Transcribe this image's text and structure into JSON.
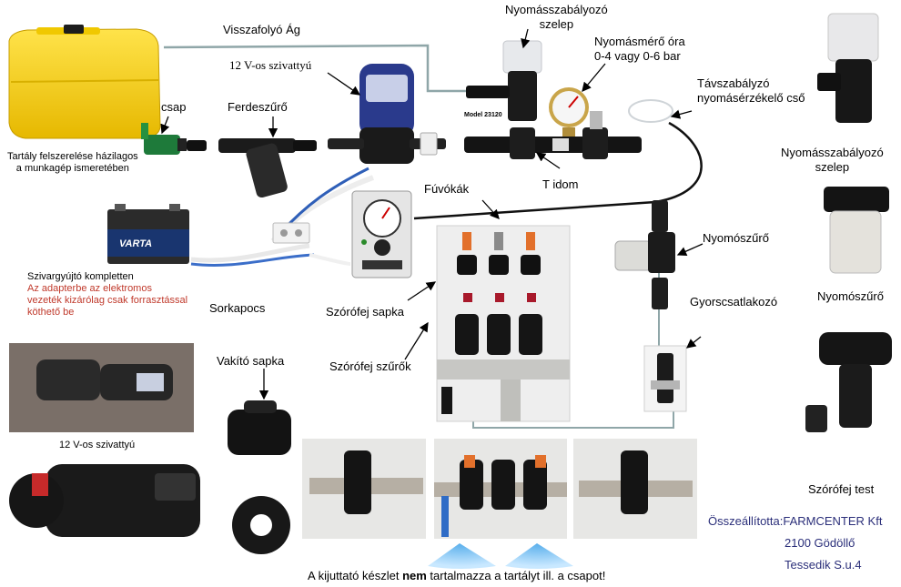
{
  "labels": {
    "return_branch": "Visszafolyó Ág",
    "pump_12v_top": "12  V-os szivattyú",
    "pressure_regulator_valve_top": "Nyomásszabályozó\nszelep",
    "pressure_gauge": "Nyomásmérő  óra\n0-4  vagy  0-6  bar",
    "remote_sensor_tube": "Távszabályzó\nnyomásérzékelő cső",
    "faucet": "csap",
    "inline_filter": "Ferdeszűrő",
    "tank_note": "Tartály felszerelése házilagos\na munkagép ismeretében",
    "t_fitting": "T idom",
    "model_tag": "Model 23120",
    "nozzles": "Fúvókák",
    "pressure_filter_mid": "Nyomószűrő",
    "quick_coupler": "Gyorscsatlakozó",
    "battery_set": "Szivargyújtó kompletten",
    "adapter_note": "Az adapterbe az elektromos\nvezeték kizárólag csak forrasztással\nköthető be",
    "terminal_block": "Sorkapocs",
    "nozzle_cap": "Szórófej sapka",
    "nozzle_filters": "Szórófej szűrők",
    "blind_cap": "Vakító sapka",
    "pump_12v_bottom": "12 V-os szivattyú",
    "pressure_regulator_valve_right": "Nyomásszabályozó\nszelep",
    "pressure_filter_right": "Nyomószűrő",
    "nozzle_body": "Szórófej test",
    "battery_brand": "VARTA",
    "footer_prefix": "A kijuttató készlet ",
    "footer_bold": "nem",
    "footer_suffix": " tartalmazza a tartályt ill. a csapot!"
  },
  "credits": {
    "line1": "Összeállította:FARMCENTER  Kft",
    "line2": "2100  Gödöllő",
    "line3": "Tessedik  S.u.4"
  },
  "colors": {
    "credit_text": "#2b2f7a",
    "warning_text": "#c0392b",
    "hose": "#8fa6a8",
    "tank": "#f4d31c"
  }
}
